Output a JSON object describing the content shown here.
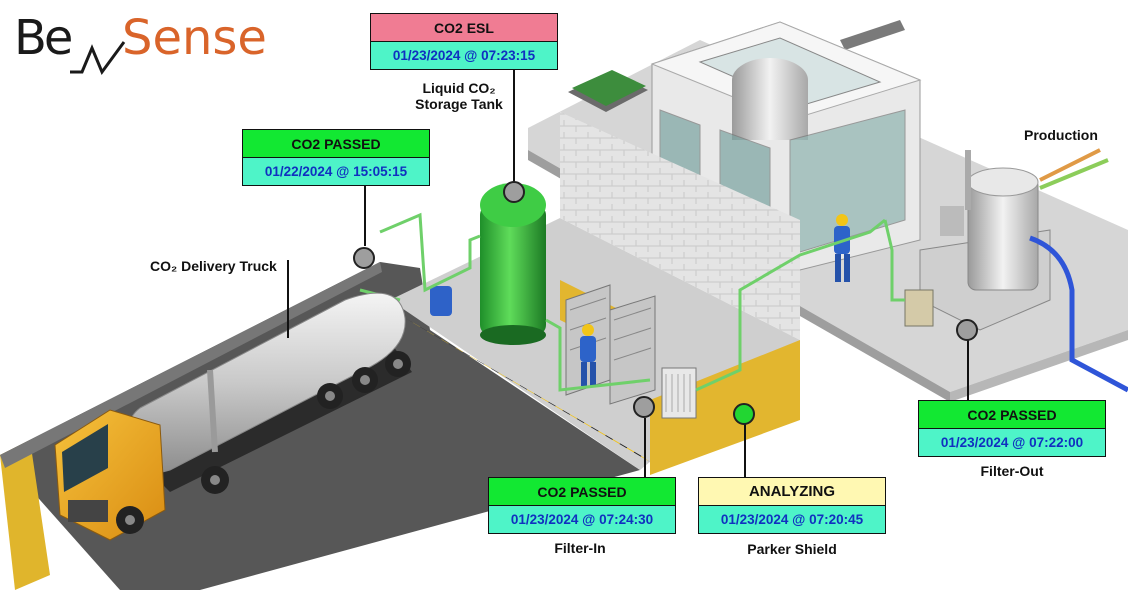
{
  "brand": {
    "part1": "Be",
    "part2": "Sense"
  },
  "monitors": {
    "storage_tank": {
      "status": "CO2 ESL",
      "timestamp": "01/23/2024 @ 07:23:15",
      "caption_line1": "Liquid CO₂",
      "caption_line2": "Storage Tank"
    },
    "delivery_truck": {
      "status": "CO2 PASSED",
      "timestamp": "01/22/2024 @ 15:05:15",
      "caption": "CO₂ Delivery Truck"
    },
    "filter_in": {
      "status": "CO2 PASSED",
      "timestamp": "01/23/2024 @ 07:24:30",
      "caption": "Filter-In"
    },
    "parker_shield": {
      "status": "ANALYZING",
      "timestamp": "01/23/2024 @ 07:20:45",
      "caption": "Parker Shield"
    },
    "filter_out": {
      "status": "CO2 PASSED",
      "timestamp": "01/23/2024 @ 07:22:00",
      "caption": "Filter-Out"
    }
  },
  "labels": {
    "production": "Production"
  },
  "colors": {
    "passed": "#12e832",
    "esl": "#f07c93",
    "analyzing": "#fff8b2",
    "timestamp_bg": "#4ef4c8",
    "timestamp_text": "#1030c0",
    "brand_accent": "#d9642a",
    "pipe": "#6fd06a"
  }
}
